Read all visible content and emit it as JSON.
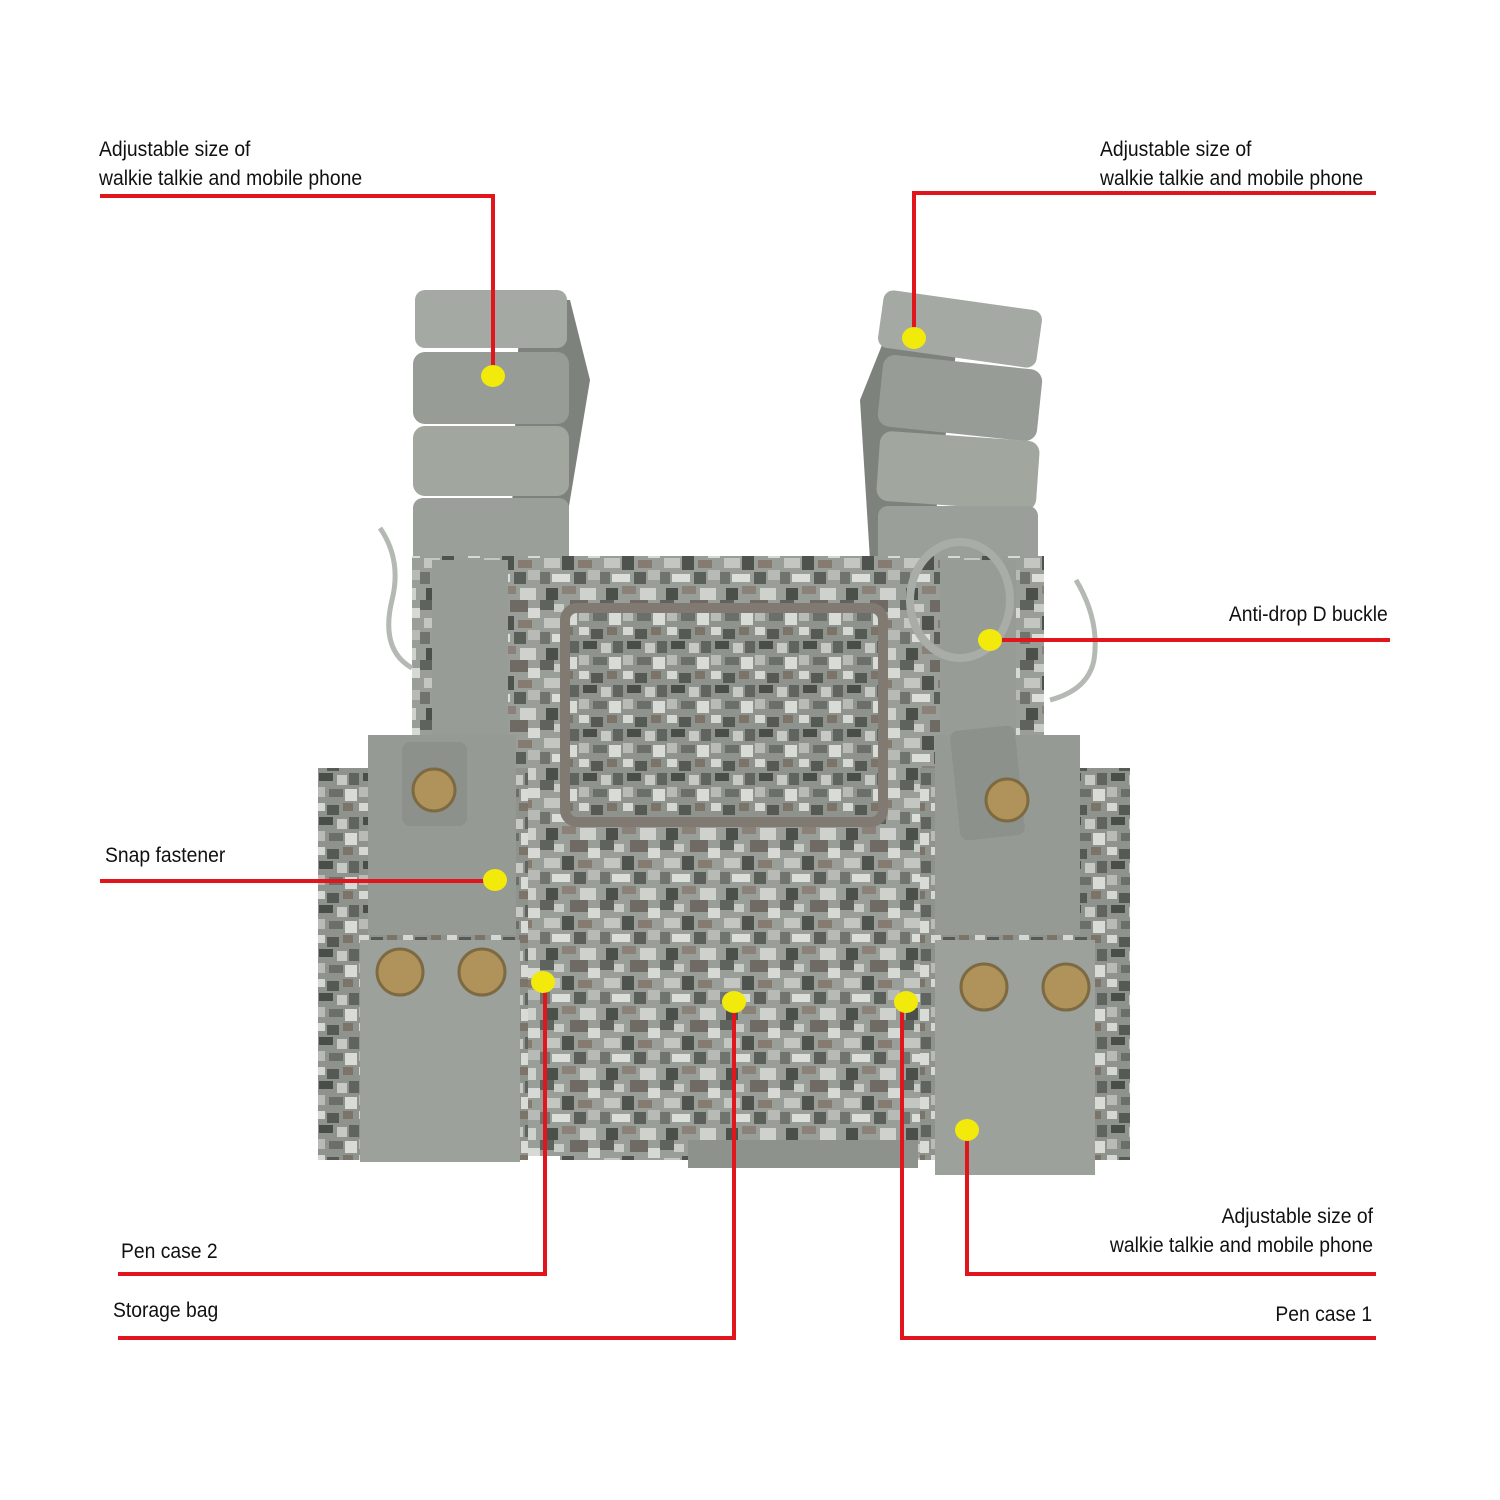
{
  "colors": {
    "leader_line": "#e0161c",
    "marker_dot": "#f2ea0a",
    "camo_base": "#9a9e99",
    "strap": "#8f948e",
    "snap": "#b0935a"
  },
  "product": {
    "description_icon": "chest-rig-vest-image"
  },
  "callouts": {
    "top_left": {
      "line1": "Adjustable size of",
      "line2": "walkie talkie and mobile phone"
    },
    "top_right": {
      "line1": "Adjustable size of",
      "line2": "walkie talkie and mobile phone"
    },
    "d_buckle": {
      "text": "Anti-drop D buckle"
    },
    "snap_fastener": {
      "text": "Snap fastener"
    },
    "pen_case_2": {
      "text": "Pen case 2"
    },
    "storage_bag": {
      "text": "Storage bag"
    },
    "bottom_right": {
      "line1": "Adjustable size of",
      "line2": "walkie talkie and mobile phone"
    },
    "pen_case_1": {
      "text": "Pen case 1"
    }
  }
}
